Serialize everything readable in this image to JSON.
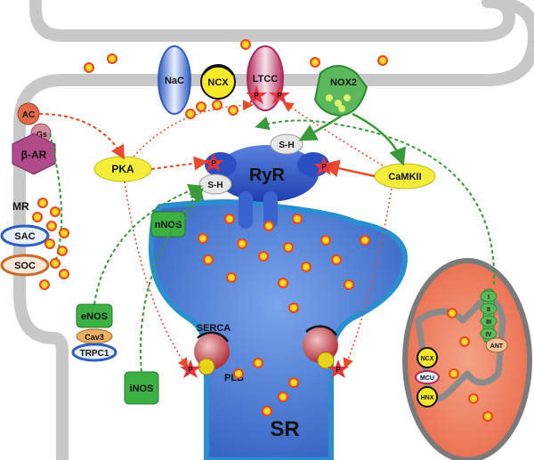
{
  "diagram": {
    "labels": {
      "nac": "NaC",
      "ncx": "NCX",
      "ltcc": "LTCC",
      "nox2": "NOX2",
      "ac": "AC",
      "gs": "Gs",
      "beta_ar": "β-AR",
      "pka": "PKA",
      "ryr": "RyR",
      "camkii": "CaMKII",
      "sh_top": "S-H",
      "sh_left": "S-H",
      "mr": "MR",
      "sac": "SAC",
      "soc": "SOC",
      "nnos": "nNOS",
      "enos": "eNOS",
      "cav3": "Cav3",
      "trpc1": "TRPC1",
      "inos": "iNOS",
      "serca": "SERCA",
      "plb": "PLB",
      "sr": "SR",
      "phospho": "P",
      "mito_ncx": "NCX",
      "mcu": "MCU",
      "hnx": "HNX",
      "ant": "ANT",
      "complex_i": "I",
      "complex_ii": "II",
      "complex_iii": "III",
      "complex_iv": "IV"
    },
    "colors": {
      "membrane": "#c8c8c8",
      "sr_fill": "#3b6fc8",
      "sr_edge": "#2a8fd0",
      "ryr": "#2f55c8",
      "pka": "#f2ee3a",
      "camkii": "#f2ee3a",
      "nos": "#3cb043",
      "nox2": "#5cb85c",
      "phospho_star": "#e8323c",
      "calcium_fill": "#f6d21e",
      "calcium_edge": "#e94a1c",
      "pka_arrow": "#e84a2a",
      "nos_arrow": "#3a9a3a",
      "camkii_arrow": "#e84a2a",
      "mito_outer": "#f08a6a",
      "mito_inner": "#e35a3a"
    }
  }
}
